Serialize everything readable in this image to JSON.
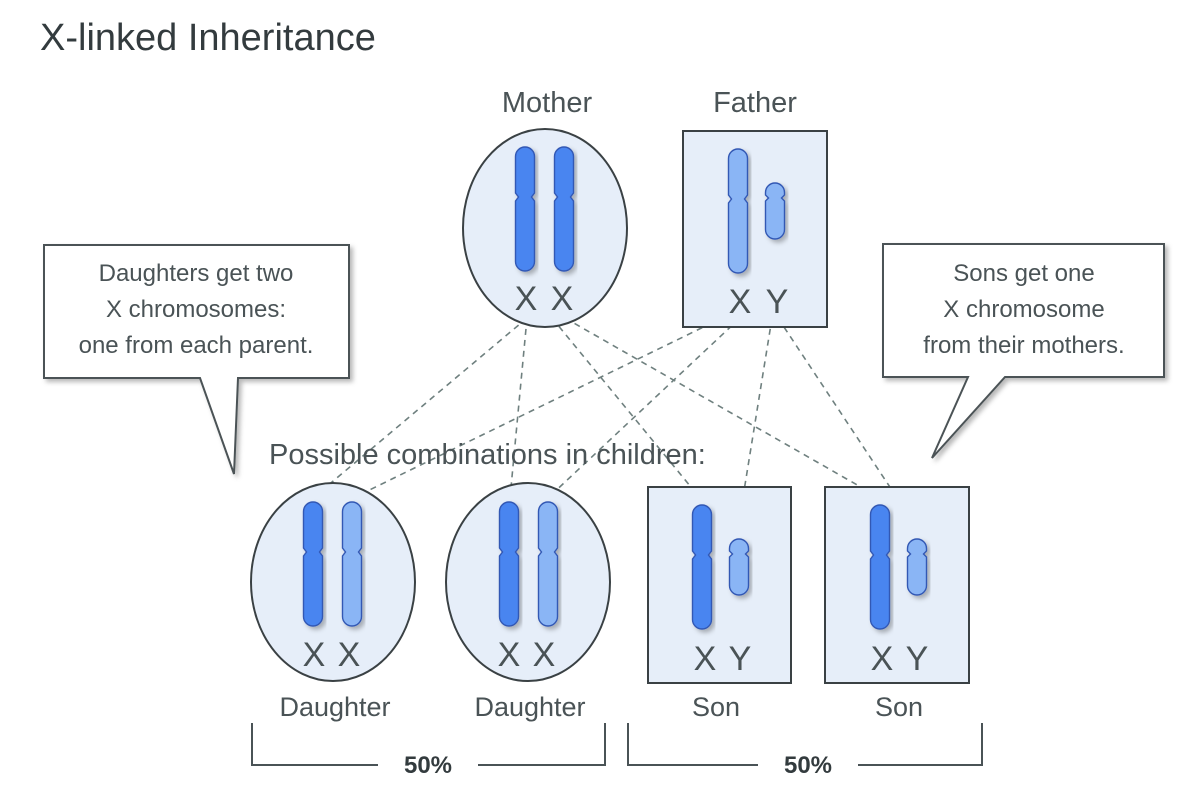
{
  "title": "X-linked Inheritance",
  "colors": {
    "maternal_x": "#4a85f0",
    "paternal_chromosome": "#8ab5f5",
    "chromosome_edge": "#3358b4",
    "cell_fill": "#e6eef9",
    "line": "#6f807f",
    "text": "#4a5356"
  },
  "parents": {
    "mother": {
      "label": "Mother",
      "alleles": [
        "X",
        "X"
      ]
    },
    "father": {
      "label": "Father",
      "alleles": [
        "X",
        "Y"
      ]
    }
  },
  "callouts": {
    "daughters": [
      "Daughters get two",
      "X chromosomes:",
      "one from each parent."
    ],
    "sons": [
      "Sons get one",
      "X chromosome",
      "from their mothers."
    ]
  },
  "section_label": "Possible combinations in children:",
  "children": [
    {
      "label": "Daughter",
      "alleles": [
        "X",
        "X"
      ]
    },
    {
      "label": "Daughter",
      "alleles": [
        "X",
        "X"
      ]
    },
    {
      "label": "Son",
      "alleles": [
        "X",
        "Y"
      ]
    },
    {
      "label": "Son",
      "alleles": [
        "X",
        "Y"
      ]
    }
  ],
  "groups": {
    "daughters_pct": "50%",
    "sons_pct": "50%"
  }
}
